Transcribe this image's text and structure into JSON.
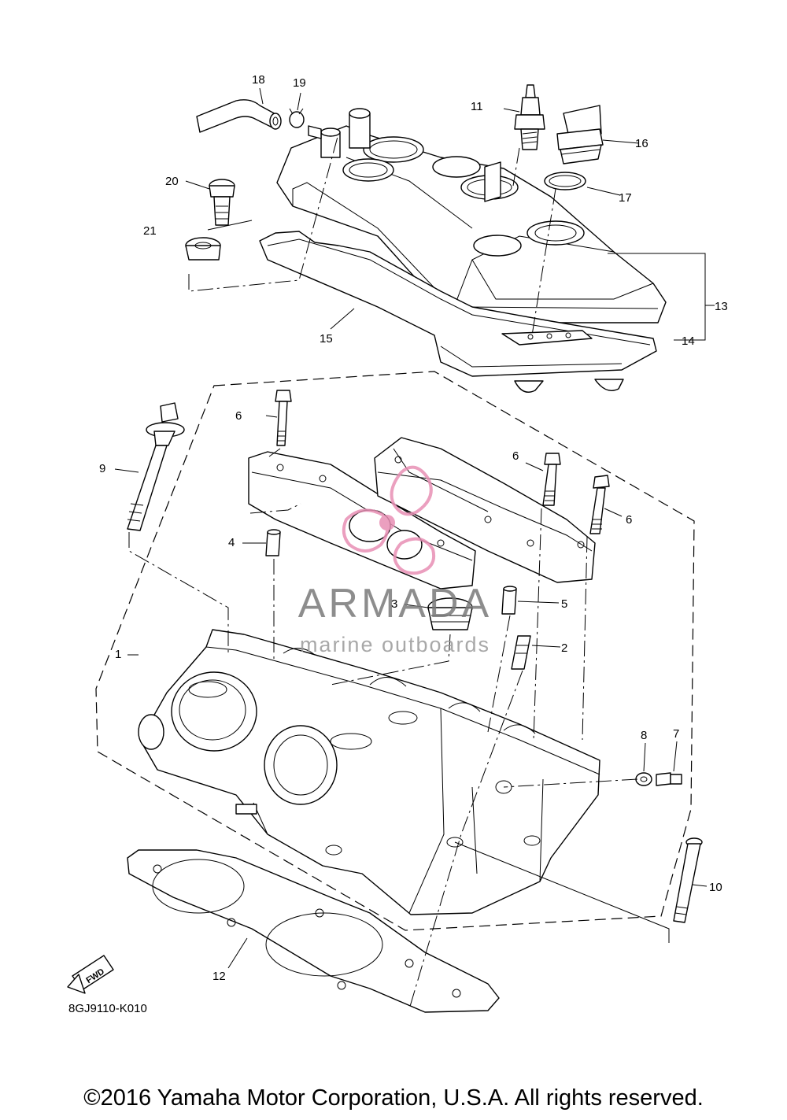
{
  "diagram": {
    "code": "8GJ9110-K010",
    "fwd_label": "FWD",
    "copyright": "©2016 Yamaha Motor Corporation, U.S.A. All rights reserved."
  },
  "watermark": {
    "brand": "ARMADA",
    "tagline": "marine outboards",
    "color": "#e88fb4"
  },
  "callouts": [
    "1",
    "2",
    "3",
    "4",
    "5",
    "6",
    "6",
    "6",
    "7",
    "8",
    "9",
    "10",
    "11",
    "12",
    "13",
    "14",
    "15",
    "16",
    "17",
    "18",
    "19",
    "20",
    "21"
  ]
}
